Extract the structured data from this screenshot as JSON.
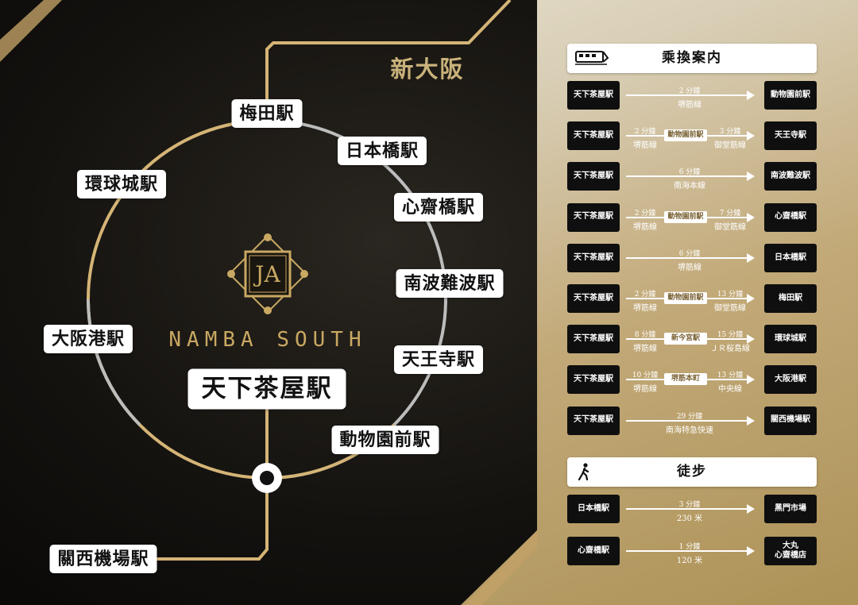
{
  "destination": "新大阪",
  "logo": {
    "monogram": "JA",
    "brand_text": "NAMBA SOUTH"
  },
  "stations": {
    "umeda": "梅田駅",
    "nipponbashi": "日本橋駅",
    "shinsaibashi": "心齋橋駅",
    "namba": "南波難波駅",
    "tennoji": "天王寺駅",
    "dobutsuen": "動物園前駅",
    "tengachaya": "天下茶屋駅",
    "universal": "環球城駅",
    "osakako": "大阪港駅",
    "kansai": "關西機場駅"
  },
  "transfer": {
    "title": "乘換案内",
    "icon": "train-icon",
    "routes": [
      {
        "from": "天下茶屋駅",
        "to": "動物園前駅",
        "time": "2 分鐘",
        "line": "堺筋線"
      },
      {
        "from": "天下茶屋駅",
        "to": "天王寺駅",
        "time": "2 分鐘",
        "line": "堺筋線",
        "via": "動物園前駅",
        "time2": "3 分鐘",
        "line2": "御堂筋線"
      },
      {
        "from": "天下茶屋駅",
        "to": "南波難波駅",
        "time": "6 分鐘",
        "line": "南海本線"
      },
      {
        "from": "天下茶屋駅",
        "to": "心齋橋駅",
        "time": "2 分鐘",
        "line": "堺筋線",
        "via": "動物園前駅",
        "time2": "7 分鐘",
        "line2": "御堂筋線"
      },
      {
        "from": "天下茶屋駅",
        "to": "日本橋駅",
        "time": "6 分鐘",
        "line": "堺筋線"
      },
      {
        "from": "天下茶屋駅",
        "to": "梅田駅",
        "time": "2 分鐘",
        "line": "堺筋線",
        "via": "動物園前駅",
        "time2": "13 分鐘",
        "line2": "御堂筋線"
      },
      {
        "from": "天下茶屋駅",
        "to": "環球城駅",
        "time": "8 分鐘",
        "line": "堺筋線",
        "via": "新今宮駅",
        "time2": "15 分鐘",
        "line2": "ＪＲ桜島線"
      },
      {
        "from": "天下茶屋駅",
        "to": "大阪港駅",
        "time": "10 分鐘",
        "line": "堺筋線",
        "via": "堺筋本町",
        "time2": "13 分鐘",
        "line2": "中央線"
      },
      {
        "from": "天下茶屋駅",
        "to": "關西機場駅",
        "time": "29 分鐘",
        "line": "南海特急快速"
      }
    ]
  },
  "walk": {
    "title": "徒步",
    "icon": "walking-person-icon",
    "routes": [
      {
        "from": "日本橋駅",
        "to": "黑門市場",
        "time": "3 分鐘",
        "line": "230 米"
      },
      {
        "from": "心齋橋駅",
        "to": "大丸\n心齋橋店",
        "time": "1 分鐘",
        "line": "120 米"
      }
    ]
  },
  "colors": {
    "gold": "#d4b476",
    "silver": "#bdbdbd",
    "panel_dark": "#0f0f0f"
  }
}
